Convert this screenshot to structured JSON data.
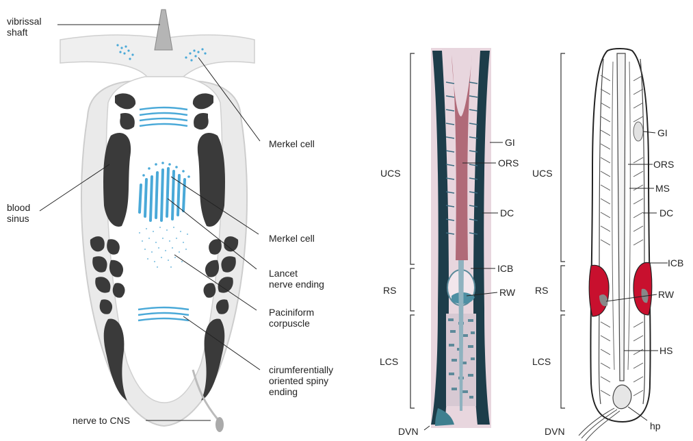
{
  "left_panel": {
    "labels": {
      "vibrissal_shaft": [
        "vibrissal",
        "shaft"
      ],
      "blood_sinus": [
        "blood",
        "sinus"
      ],
      "merkel_cell_top": [
        "Merkel cell"
      ],
      "merkel_cell_mid": [
        "Merkel cell"
      ],
      "lancet": [
        "Lancet",
        "nerve ending"
      ],
      "paciniform": [
        "Paciniform",
        "corpuscle"
      ],
      "circumferential": [
        "cirumferentially",
        "oriented spiny",
        "ending"
      ],
      "nerve_to_cns": [
        "nerve to CNS"
      ]
    }
  },
  "middle_panel": {
    "region_labels": {
      "ucs": "UCS",
      "rs": "RS",
      "lcs": "LCS",
      "dvn": "DVN"
    },
    "structure_labels": {
      "gi": "GI",
      "ors": "ORS",
      "dc": "DC",
      "icb": "ICB",
      "rw": "RW"
    }
  },
  "right_panel": {
    "region_labels": {
      "ucs": "UCS",
      "rs": "RS",
      "lcs": "LCS",
      "dvn": "DVN"
    },
    "structure_labels": {
      "gi": "GI",
      "ors": "ORS",
      "ms": "MS",
      "dc": "DC",
      "icb": "ICB",
      "rw": "RW",
      "hs": "HS",
      "hp": "hp"
    }
  },
  "colors": {
    "nerve_blue": "#4aa9d8",
    "blood_red": "#c8102e",
    "sinus_dark": "#3a3a3a",
    "capsule_gray": "#e8e8e8",
    "stain_dark": "#1d3d4a",
    "stain_pink": "#c98a8e"
  }
}
